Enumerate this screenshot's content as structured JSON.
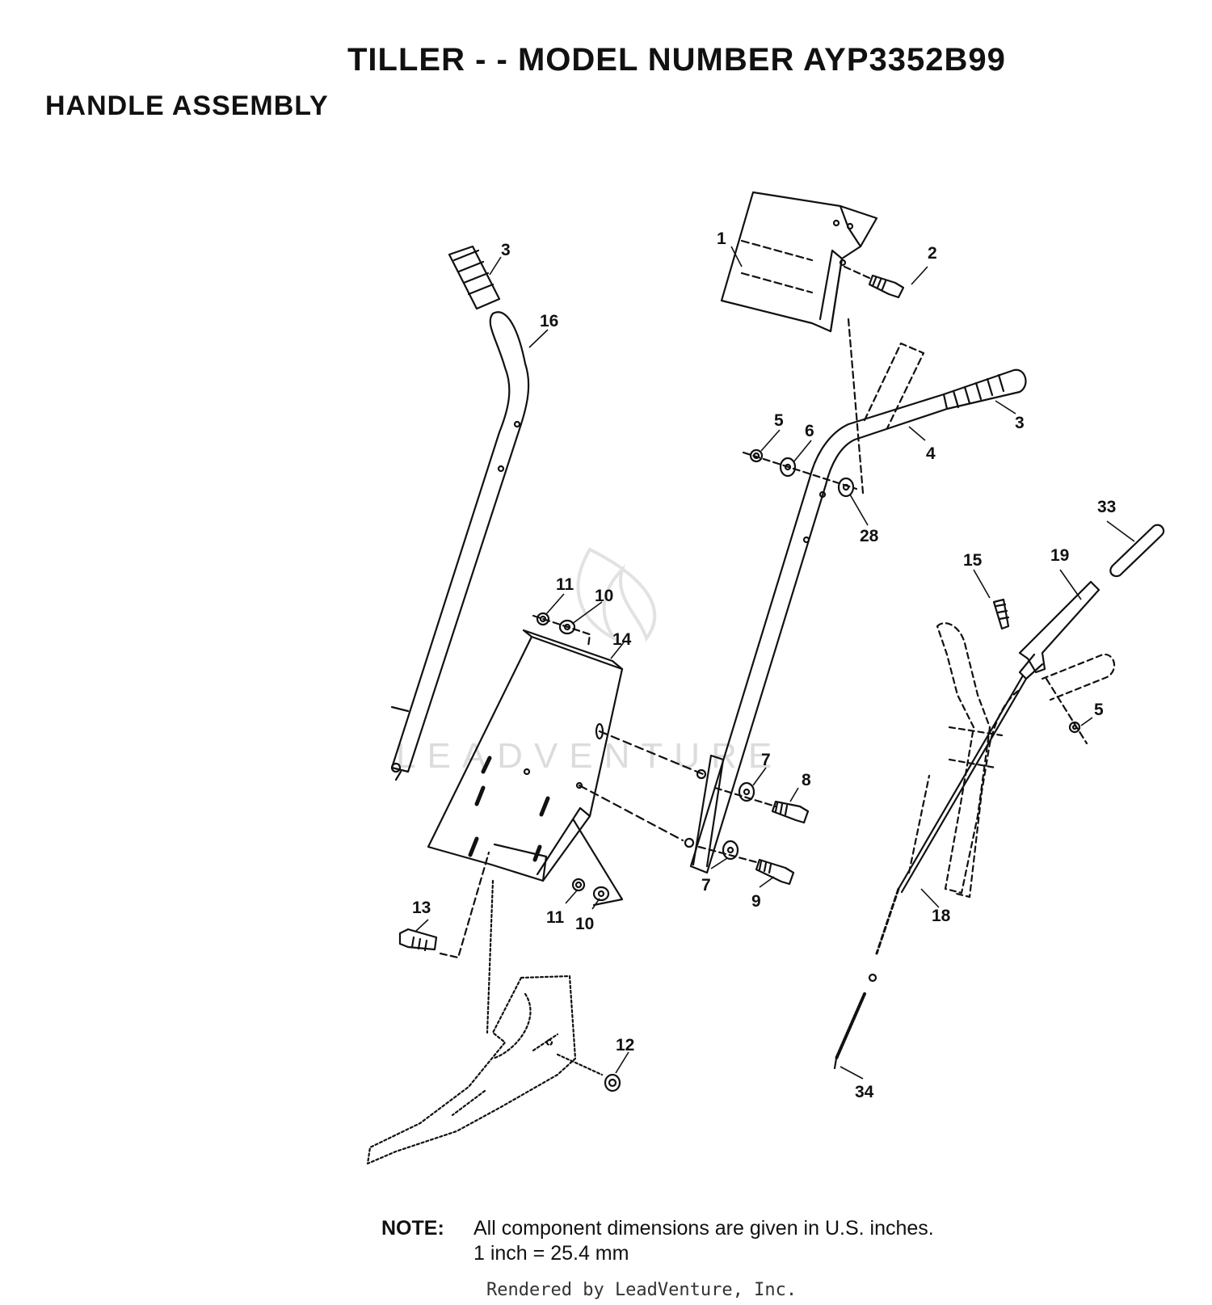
{
  "title": "TILLER - - MODEL NUMBER AYP3352B99",
  "subtitle": "HANDLE ASSEMBLY",
  "watermark": "LEADVENTURE",
  "callouts": [
    "1",
    "2",
    "3",
    "16",
    "3",
    "4",
    "5",
    "6",
    "28",
    "33",
    "15",
    "19",
    "11",
    "10",
    "14",
    "5",
    "7",
    "8",
    "7",
    "9",
    "13",
    "11",
    "10",
    "18",
    "12",
    "34"
  ],
  "note": {
    "label": "NOTE:",
    "line1": "All component dimensions are given in U.S. inches.",
    "line2": "1 inch = 25.4 mm"
  },
  "footer": "Rendered by LeadVenture, Inc."
}
